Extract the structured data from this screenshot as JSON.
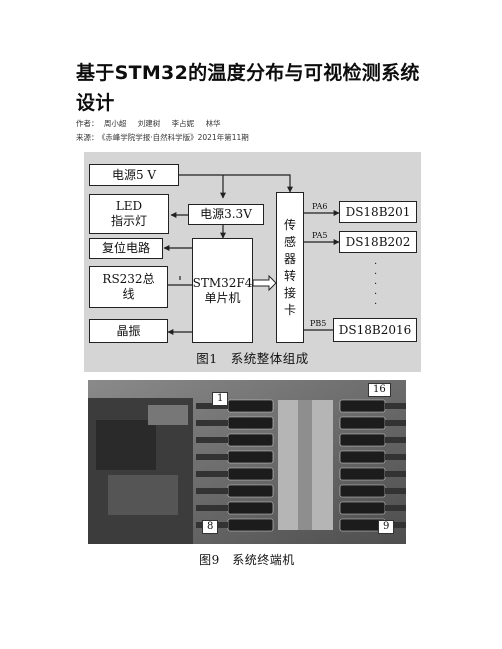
{
  "title": "基于STM32的温度分布与可视检测系统设计",
  "authors_label": "作者：",
  "authors": [
    "周小超",
    "刘建树",
    "李占妮",
    "林华"
  ],
  "source_label": "来源：",
  "source": "《赤峰学院学报·自然科学版》2021年第11期",
  "figure1": {
    "boxes": {
      "power5v": "电源5 V",
      "led": "LED\n指示灯",
      "power33": "电源3.3V",
      "reset": "复位电路",
      "rs232": "RS232总\n线",
      "crystal": "晶振",
      "mcu": "STM32F4\n单片机",
      "adapter": "传\n感\n器\n转\n接\n卡",
      "sensor1": "DS18B201",
      "sensor2": "DS18B202",
      "sensor3": "DS18B2016"
    },
    "pins": {
      "pa6": "PA6",
      "pa5": "PA5",
      "pb5": "PB5"
    },
    "caption": "图1　系统整体组成",
    "colors": {
      "background": "#d5d5d5",
      "box": "#ffffff",
      "line": "#222222"
    }
  },
  "figure9": {
    "labels": {
      "top_left": "1",
      "top_right": "16",
      "bottom_left": "8",
      "bottom_right": "9"
    },
    "caption": "图9　系统终端机"
  }
}
